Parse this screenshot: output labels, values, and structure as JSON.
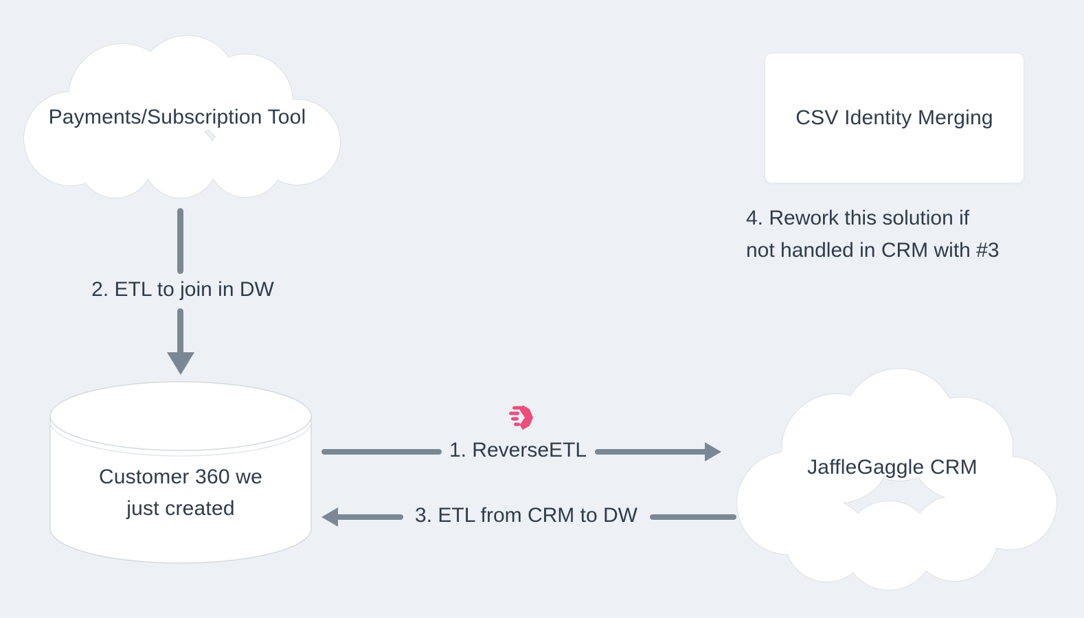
{
  "diagram": {
    "background": "#edf1f5"
  },
  "colors": {
    "text": "#2f3b4b",
    "arrow": "#7b8795",
    "node_fill": "#ffffff",
    "node_border": "#d5dade",
    "accent_pink": "#ec4d7c",
    "bg": "#edf1f5"
  },
  "nodes": {
    "payments_cloud": {
      "type": "cloud",
      "label": "Payments/Subscription Tool"
    },
    "csv_box": {
      "type": "rectangle",
      "label": "CSV Identity Merging"
    },
    "customer_db": {
      "type": "cylinder",
      "label_line1": "Customer 360 we",
      "label_line2": "just created"
    },
    "crm_cloud": {
      "type": "cloud",
      "label": "JaffleGaggle CRM"
    }
  },
  "edges": {
    "etl_to_dw": {
      "label": "2. ETL to join in DW",
      "from": "payments_cloud",
      "to": "customer_db",
      "direction": "down"
    },
    "reverse_etl": {
      "label": "1. ReverseETL",
      "from": "customer_db",
      "to": "crm_cloud",
      "direction": "right",
      "icon": "hightouch-logo-icon"
    },
    "etl_from_crm": {
      "label": "3. ETL from CRM to DW",
      "from": "crm_cloud",
      "to": "customer_db",
      "direction": "left"
    }
  },
  "annotations": {
    "note_4": {
      "line1": "4. Rework this solution if",
      "line2": "not handled in CRM with #3"
    }
  }
}
